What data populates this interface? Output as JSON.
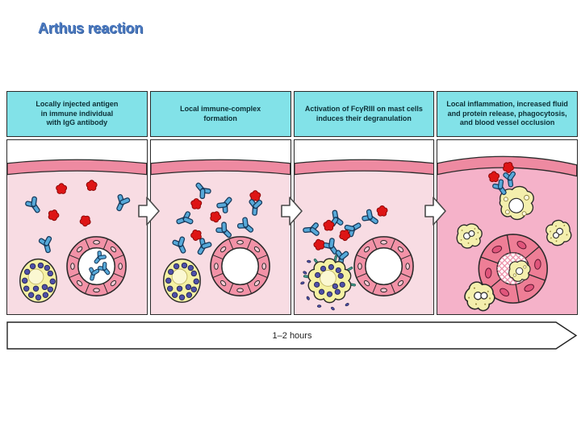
{
  "slide": {
    "title": "Arthus reaction"
  },
  "panels": [
    {
      "header": "Locally injected antigen\nin immune individual\nwith IgG antibody"
    },
    {
      "header": "Local immune-complex\nformation"
    },
    {
      "header": "Activation of FcγRIII on mast cells\ninduces their degranulation"
    },
    {
      "header": "Local inflammation, increased fluid\nand protein release, phagocytosis,\nand blood vessel occlusion"
    }
  ],
  "timeline": {
    "label": "1–2 hours"
  },
  "colors": {
    "title_text": "#4a78bf",
    "panel_header_bg": "#82e2e8",
    "panel_border": "#2a2a2a",
    "tissue_pink": "#f8dce3",
    "inflamed_tissue_pink": "#f5b2c9",
    "skin_band_pink": "#ee8aa1",
    "vessel_wall_pink": "#f292a7",
    "occluded_vessel_pink": "#ee7e96",
    "mast_cell_yellow": "#f5f1a3",
    "granule_purple": "#4e50a9",
    "antibody_blue": "#57a9d9",
    "antigen_red": "#de1515",
    "receptor_green": "#4aa294"
  },
  "diagram_elements": [
    "antigen",
    "IgG antibody",
    "immune complex",
    "blood vessel",
    "mast cell",
    "granules",
    "FcγRIII receptor",
    "degranulation",
    "neutrophil",
    "phagocyte",
    "occluded blood vessel",
    "skin layer"
  ]
}
